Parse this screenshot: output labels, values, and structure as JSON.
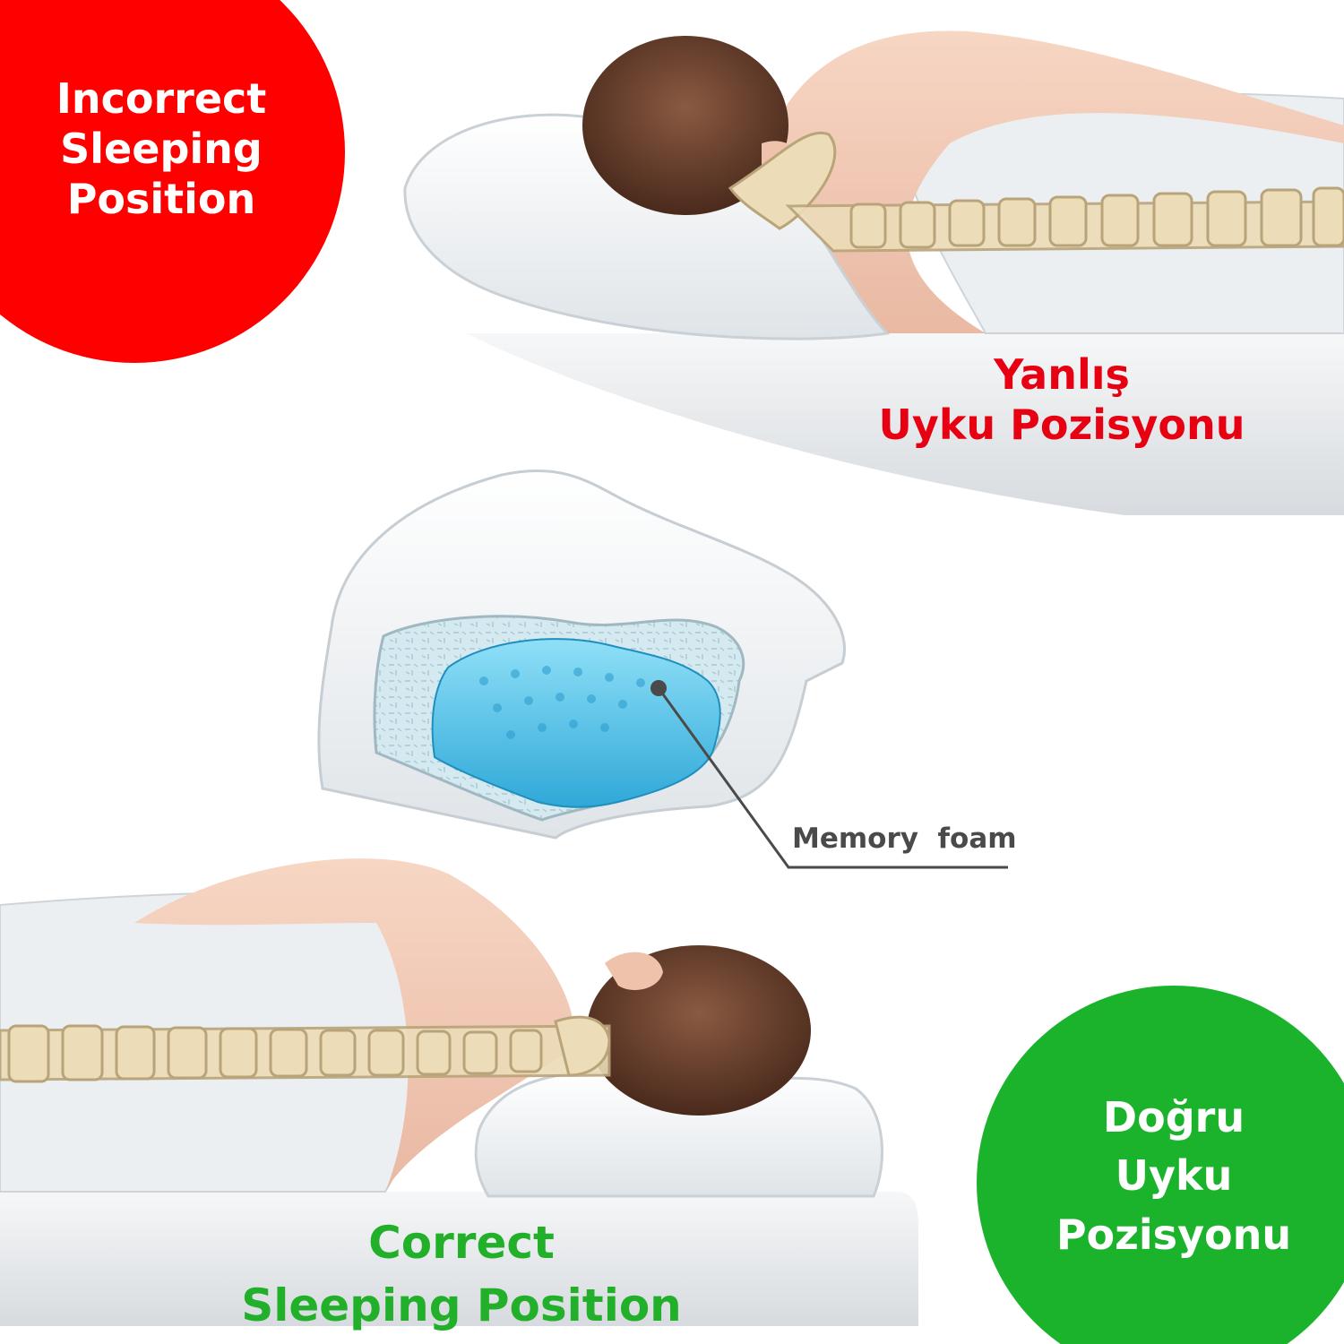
{
  "incorrect_badge": {
    "line1": "Incorrect",
    "line2": "Sleeping",
    "line3": "Position",
    "color": "#ff0000"
  },
  "incorrect_tr": {
    "line1": "Yanlış",
    "line2": "Uyku Pozisyonu",
    "color": "#e60012"
  },
  "memory_foam": {
    "label": "Memory  foam",
    "foam_color": "#55c8ec"
  },
  "correct_en": {
    "line1": "Correct",
    "line2": "Sleeping Position",
    "color": "#22b02a"
  },
  "correct_badge": {
    "line1": "Doğru",
    "line2": "Uyku",
    "line3": "Pozisyonu",
    "color": "#1cb32c"
  }
}
